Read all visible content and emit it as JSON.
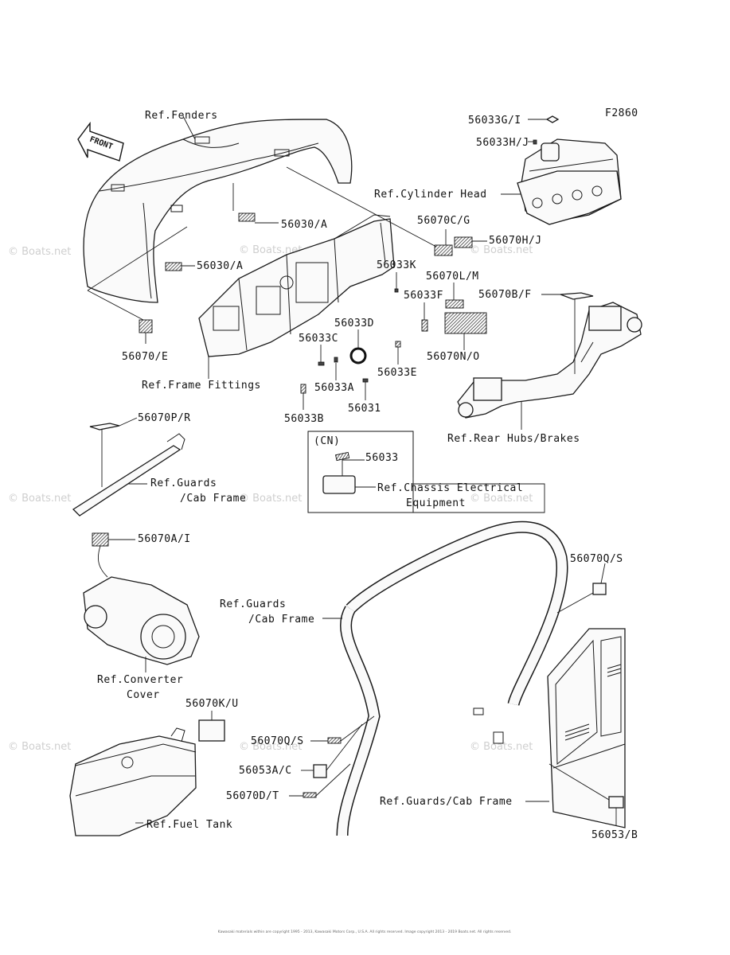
{
  "figure_code": "F2860",
  "front_arrow_label": "FRONT",
  "watermark_text": "© Boats.net",
  "footer_text": "Kawasaki materials within are copyright 1995 - 2013, Kawasaki Motors Corp., U.S.A. All rights reserved. Image copyright 2013 - 2019 Boats.net. All rights reserved.",
  "labels": {
    "ref_fenders": "Ref.Fenders",
    "p56030_a_top": "56030/A",
    "p56030_a_left": "56030/A",
    "p56070_e": "56070/E",
    "ref_frame_fittings": "Ref.Frame Fittings",
    "p56033g_i": "56033G/I",
    "p56033h_j": "56033H/J",
    "ref_cylinder_head": "Ref.Cylinder Head",
    "p56070c_g": "56070C/G",
    "p56070h_j": "56070H/J",
    "p56033k": "56033K",
    "p56070l_m": "56070L/M",
    "p56033f": "56033F",
    "p56070b_f": "56070B/F",
    "p56033d": "56033D",
    "p56033c": "56033C",
    "p56033a": "56033A",
    "p56033e": "56033E",
    "p56070n_o": "56070N/O",
    "p56031": "56031",
    "p56033b": "56033B",
    "ref_rear_hubs": "Ref.Rear Hubs/Brakes",
    "p56070p_r": "56070P/R",
    "ref_guards_1a": "Ref.Guards",
    "ref_guards_1b": "/Cab Frame",
    "cn_tag": "(CN)",
    "p56033": "56033",
    "ref_chassis_a": "Ref.Chassis Electrical",
    "ref_chassis_b": "Equipment",
    "p56070a_i": "56070A/I",
    "ref_guards_2a": "Ref.Guards",
    "ref_guards_2b": "/Cab Frame",
    "p56070q_s_right": "56070Q/S",
    "ref_converter_a": "Ref.Converter",
    "ref_converter_b": "Cover",
    "p56070k_u": "56070K/U",
    "p56070q_s_left": "56070Q/S",
    "p56053a_c": "56053A/C",
    "p56070d_t": "56070D/T",
    "ref_guards_cab": "Ref.Guards/Cab Frame",
    "ref_fuel_tank": "Ref.Fuel Tank",
    "p56053_b": "56053/B"
  }
}
